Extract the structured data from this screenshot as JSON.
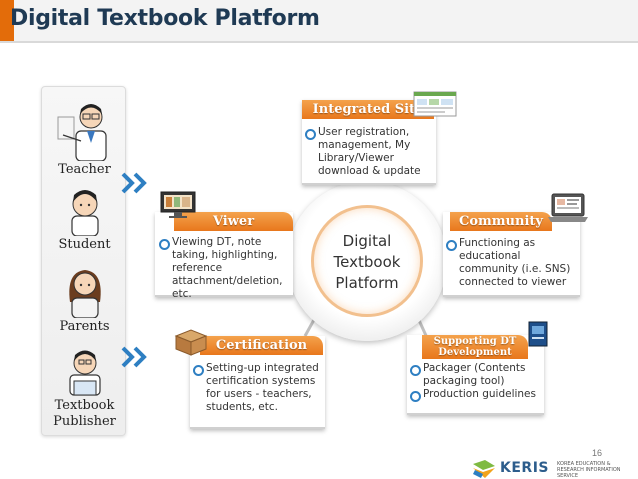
{
  "title": "Digital Textbook Platform",
  "roles": [
    {
      "label": "Teacher",
      "icon": "teacher-icon"
    },
    {
      "label": "Student",
      "icon": "student-icon"
    },
    {
      "label": "Parents",
      "icon": "parent-icon"
    },
    {
      "label_line1": "Textbook",
      "label_line2": "Publisher",
      "icon": "publisher-icon"
    }
  ],
  "hub": {
    "line1": "Digital",
    "line2": "Textbook",
    "line3": "Platform"
  },
  "modules": {
    "integrated_site": {
      "title": "Integrated Site",
      "items": [
        "User registration, management, My Library/Viewer download & update"
      ]
    },
    "viewer": {
      "title": "Viwer",
      "items": [
        "Viewing DT, note taking, highlighting, reference attachment/deletion, etc."
      ]
    },
    "community": {
      "title": "Community",
      "items": [
        "Functioning as educational community (i.e. SNS) connected to viewer"
      ]
    },
    "certification": {
      "title": "Certification",
      "items": [
        "Setting-up integrated certification systems for users - teachers, students, etc."
      ]
    },
    "supporting": {
      "title_line1": "Supporting DT",
      "title_line2": "Development",
      "items": [
        "Packager (Contents packaging tool)",
        "Production guidelines"
      ]
    }
  },
  "page_number": "16",
  "logo": {
    "word": "KERIS",
    "subtitle": "KOREA EDUCATION & RESEARCH INFORMATION SERVICE"
  },
  "colors": {
    "accent": "#e36c0a",
    "header": "#e8771c",
    "bullet": "#2e7fc2",
    "title": "#1f3a54"
  }
}
